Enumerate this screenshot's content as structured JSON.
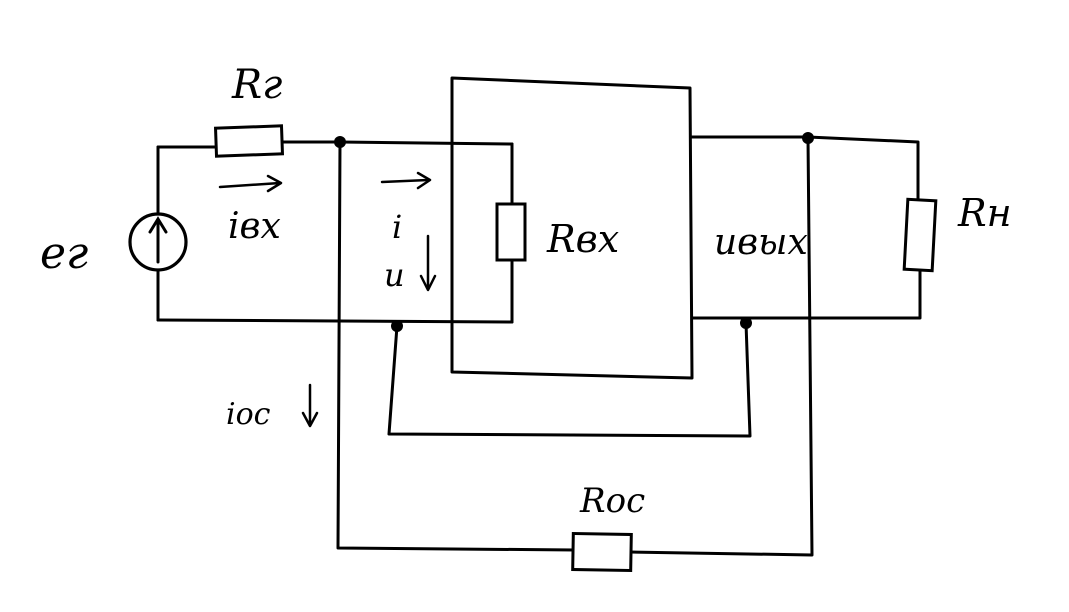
{
  "labels": {
    "source_emf": "eг",
    "source_resistor": "Rг",
    "input_current": "iвх",
    "current": "i",
    "voltage": "u",
    "input_resistance": "Rвх",
    "output_voltage": "uвых",
    "load_resistor": "Rн",
    "feedback_current": "iос",
    "feedback_resistor": "Rос"
  }
}
